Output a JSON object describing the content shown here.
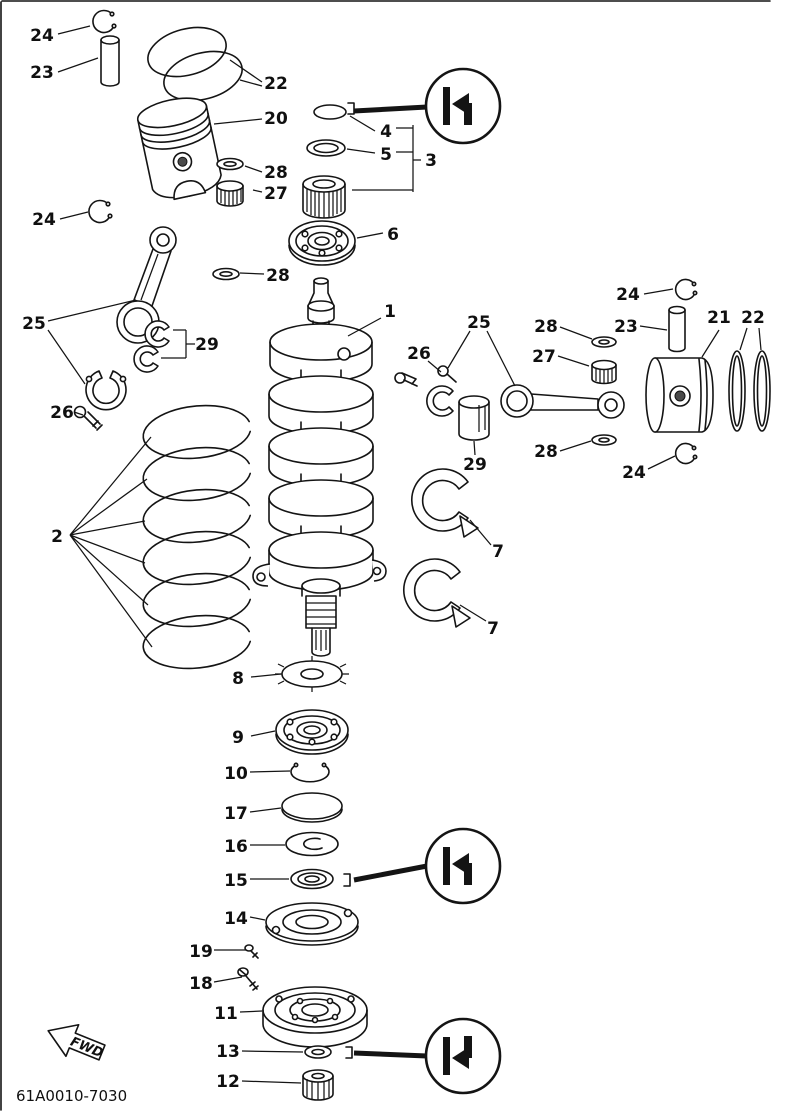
{
  "diagram": {
    "part_code": "61A0010-7030",
    "fwd_label": "FWD",
    "labels": [
      {
        "text": "24"
      },
      {
        "text": "23"
      },
      {
        "text": "22"
      },
      {
        "text": "20"
      },
      {
        "text": "4"
      },
      {
        "text": "5"
      },
      {
        "text": "3"
      },
      {
        "text": "28"
      },
      {
        "text": "27"
      },
      {
        "text": "24"
      },
      {
        "text": "6"
      },
      {
        "text": "28"
      },
      {
        "text": "25"
      },
      {
        "text": "29"
      },
      {
        "text": "26"
      },
      {
        "text": "1"
      },
      {
        "text": "25"
      },
      {
        "text": "26"
      },
      {
        "text": "28"
      },
      {
        "text": "27"
      },
      {
        "text": "23"
      },
      {
        "text": "24"
      },
      {
        "text": "21"
      },
      {
        "text": "22"
      },
      {
        "text": "29"
      },
      {
        "text": "28"
      },
      {
        "text": "24"
      },
      {
        "text": "2"
      },
      {
        "text": "7"
      },
      {
        "text": "7"
      },
      {
        "text": "8"
      },
      {
        "text": "9"
      },
      {
        "text": "10"
      },
      {
        "text": "17"
      },
      {
        "text": "16"
      },
      {
        "text": "15"
      },
      {
        "text": "14"
      },
      {
        "text": "19"
      },
      {
        "text": "18"
      },
      {
        "text": "11"
      },
      {
        "text": "13"
      },
      {
        "text": "12"
      }
    ]
  }
}
